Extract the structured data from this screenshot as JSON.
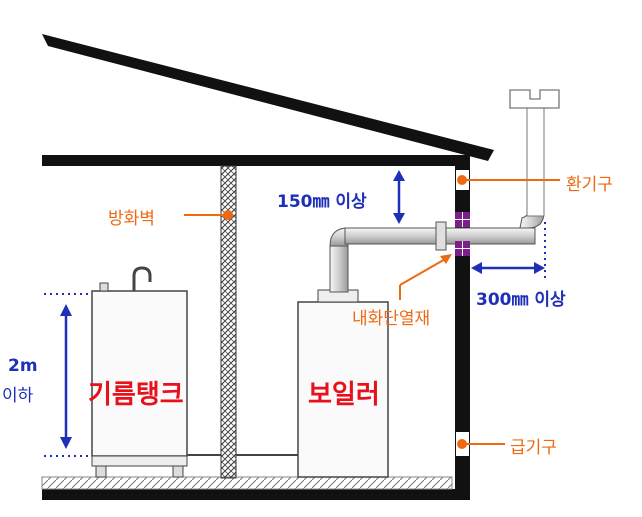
{
  "labels": {
    "firewall": "방화벽",
    "exhaust": "환기구",
    "intake": "급기구",
    "fire_insulation": "내화단열재",
    "oil_tank": "기름탱크",
    "boiler": "보일러",
    "clearance_top": "150㎜ 이상",
    "clearance_side": "300㎜ 이상",
    "tank_height_value": "2m",
    "tank_height_suffix": "이하"
  },
  "colors": {
    "wall": "#111111",
    "annotation": "#ee6a12",
    "dimension": "#1f2fb8",
    "equipment_label": "#e8101a",
    "insulation": "#7b1f8a"
  }
}
